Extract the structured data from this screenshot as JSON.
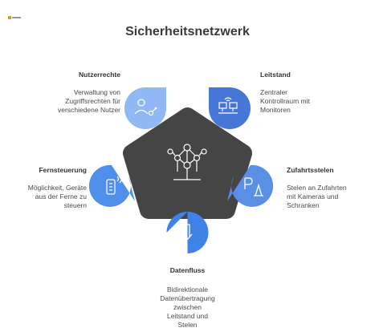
{
  "title": "Sicherheitsnetzwerk",
  "nodes": [
    {
      "key": "nutzerrechte",
      "head": "Nutzerrechte",
      "desc": "Verwaltung von Zugriffsrechten für verschiedene Nutzer",
      "color": "#8fb8f4",
      "icon": "user-key-icon"
    },
    {
      "key": "leitstand",
      "head": "Leitstand",
      "desc": "Zentraler Kontrollraum mit Monitoren",
      "color": "#4677d6",
      "icon": "control-room-icon"
    },
    {
      "key": "zufahrtsstelen",
      "head": "Zufahrtsstelen",
      "desc": "Stelen an Zufahrten mit Kameras und Schranken",
      "color": "#5a8fe6",
      "icon": "parking-cone-icon"
    },
    {
      "key": "datenfluss",
      "head": "Datenfluss",
      "desc": "Bidirektionale Datenübertragung zwischen Leitstand und Stelen",
      "color": "#3f82e8",
      "icon": "data-flow-icon"
    },
    {
      "key": "fernsteuerung",
      "head": "Fernsteuerung",
      "desc": "Möglichkeit, Geräte aus der Ferne zu steuern",
      "color": "#4e8fe9",
      "icon": "remote-control-icon"
    }
  ],
  "center": {
    "color": "#454545",
    "icon": "network-structure-icon"
  }
}
